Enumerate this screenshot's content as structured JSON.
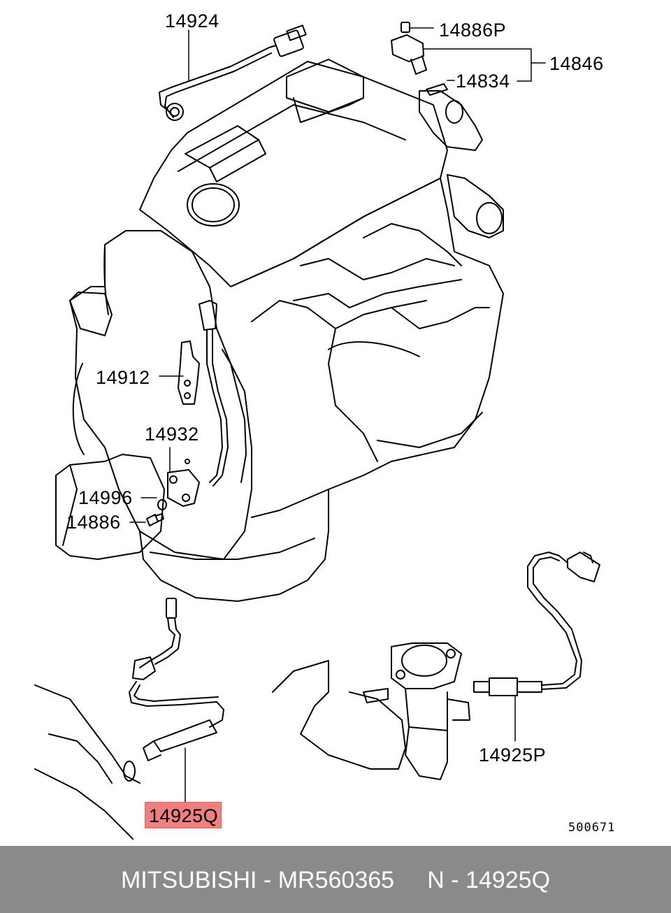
{
  "callouts": {
    "p14924": "14924",
    "p14886P": "14886P",
    "p14846": "14846",
    "p14834": "14834",
    "p14912": "14912",
    "p14932": "14932",
    "p14996": "14996",
    "p14886": "14886",
    "p14925P": "14925P",
    "p14925Q": "14925Q"
  },
  "highlight_color": "#f08080",
  "diagram_code": "500671",
  "footer": {
    "text": "MITSUBISHI - MR560365     N - 14925Q",
    "background": "#8a8a8a",
    "color": "#ffffff"
  }
}
